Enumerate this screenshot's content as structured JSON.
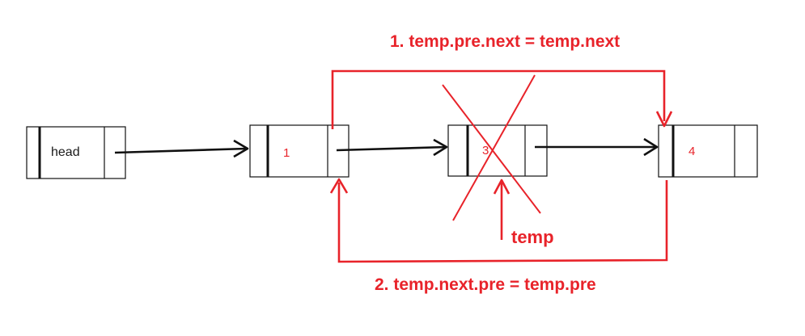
{
  "nodes": [
    {
      "id": "head",
      "label": "head",
      "label_color": "#1a1a1a"
    },
    {
      "id": "n1",
      "label": "1",
      "label_color": "#e8232a"
    },
    {
      "id": "n3",
      "label": "3",
      "label_color": "#e8232a"
    },
    {
      "id": "n4",
      "label": "4",
      "label_color": "#e8232a"
    }
  ],
  "steps": {
    "step1": "1. temp.pre.next = temp.next",
    "step2": "2. temp.next.pre = temp.pre"
  },
  "pointer_label": "temp",
  "colors": {
    "line": "#111111",
    "highlight": "#e8232a",
    "background": "#ffffff"
  }
}
